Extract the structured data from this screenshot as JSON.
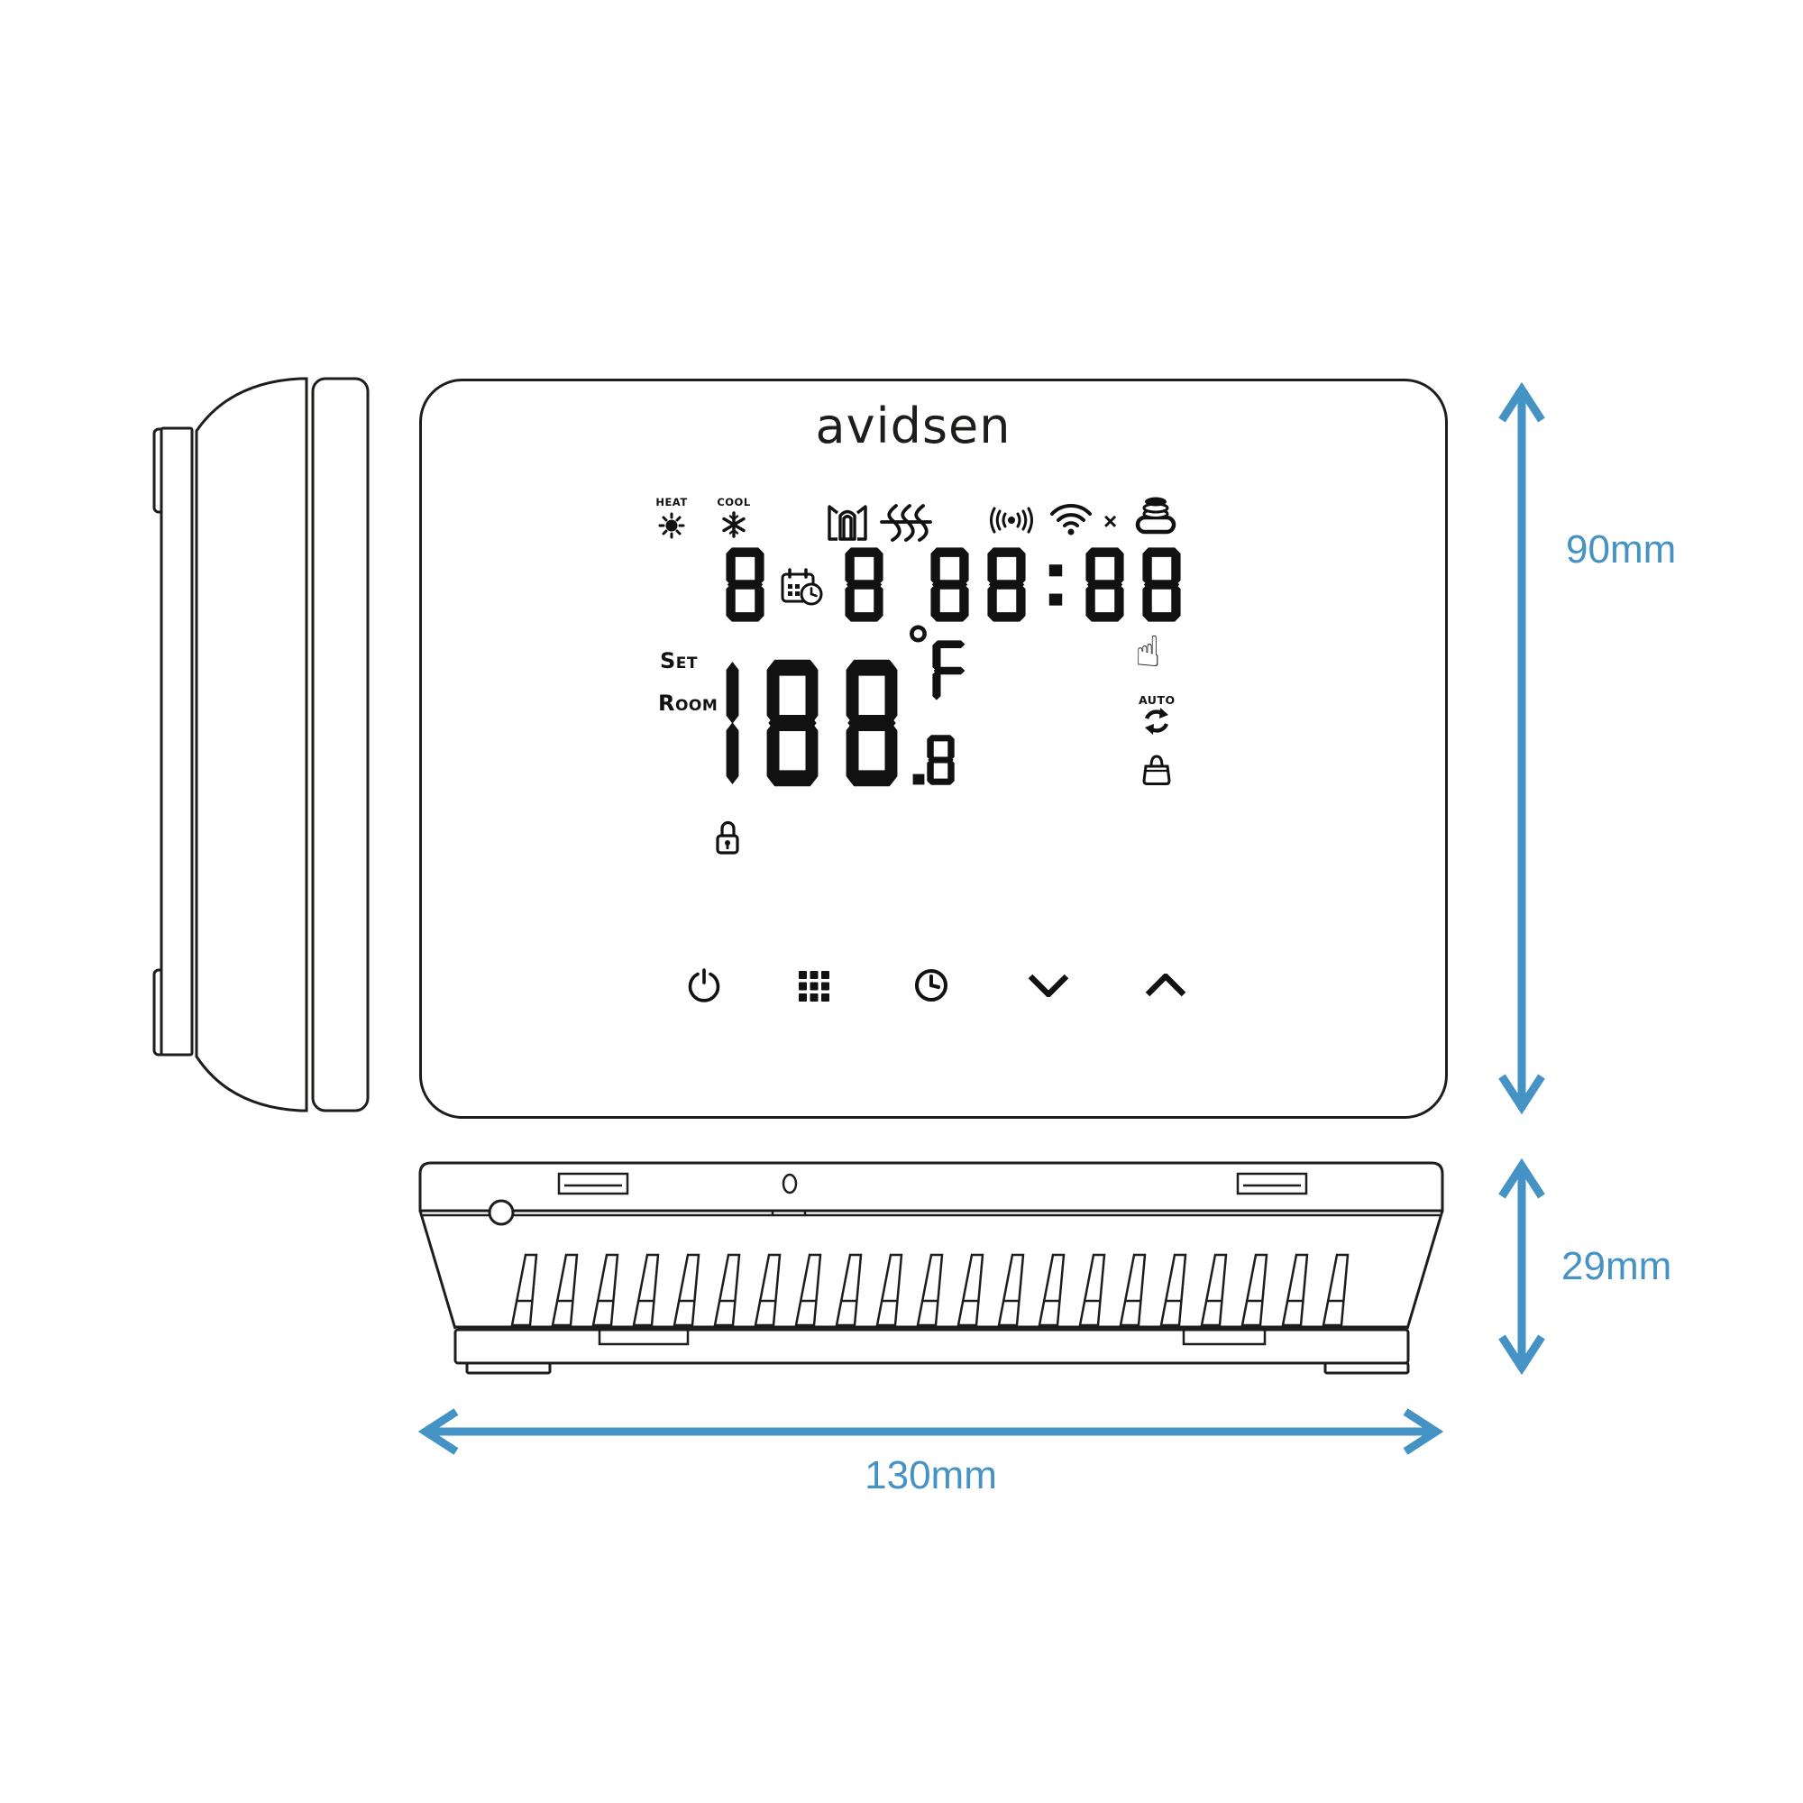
{
  "brand": {
    "logo": "avidsen"
  },
  "front_panel": {
    "status": {
      "heat_label": "HEAT",
      "cool_label": "COOL",
      "wifi_off_mark": "×"
    },
    "display": {
      "day": "8",
      "program": "8",
      "time": "88:88",
      "set_label": "Set",
      "room_label": "Room",
      "temperature": "188",
      "temperature_decimal": ".8",
      "degree": "°",
      "unit": "F",
      "auto_label": "AUTO",
      "manual_hand": "☝"
    }
  },
  "dimensions": {
    "height": "90mm",
    "depth": "29mm",
    "width": "130mm"
  },
  "colors": {
    "line": "#1d1d1b",
    "lcd": "#111111",
    "dimension": "#4593c5",
    "background": "#ffffff"
  }
}
